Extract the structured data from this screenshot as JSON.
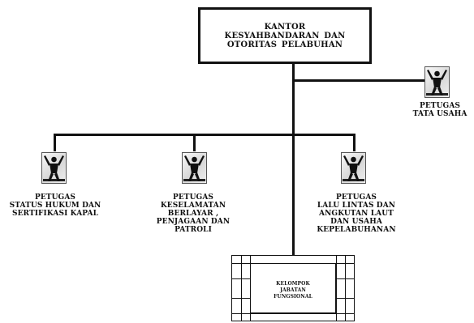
{
  "top_box": {
    "line1": "KANTOR",
    "line2": "KESYAHBANDARAN DAN",
    "line3": "OTORITAS PELABUHAN"
  },
  "tata_usaha": {
    "line1": "PETUGAS",
    "line2": "TATA USAHA",
    "icon": "person-arms-raised-icon"
  },
  "status_hukum": {
    "line1": "PETUGAS",
    "line2": "STATUS HUKUM DAN",
    "line3": "SERTIFIKASI KAPAL",
    "icon": "person-arms-raised-icon"
  },
  "keselamatan": {
    "line1": "PETUGAS",
    "line2": "KESELAMATAN",
    "line3": "BERLAYAR ,",
    "line4": "PENJAGAAN DAN",
    "line5": "PATROLI",
    "icon": "person-arms-raised-icon"
  },
  "lalu_lintas": {
    "line1": "PETUGAS",
    "line2": "LALU LINTAS DAN",
    "line3": "ANGKUTAN LAUT",
    "line4": "DAN USAHA",
    "line5": "KEPELABUHANAN",
    "icon": "person-arms-raised-icon"
  },
  "kelompok": {
    "line1": "KELOMPOK",
    "line2": "JABATAN",
    "line3": "FUNGSIONAL"
  },
  "colors": {
    "line": "#111111",
    "background": "#ffffff"
  }
}
